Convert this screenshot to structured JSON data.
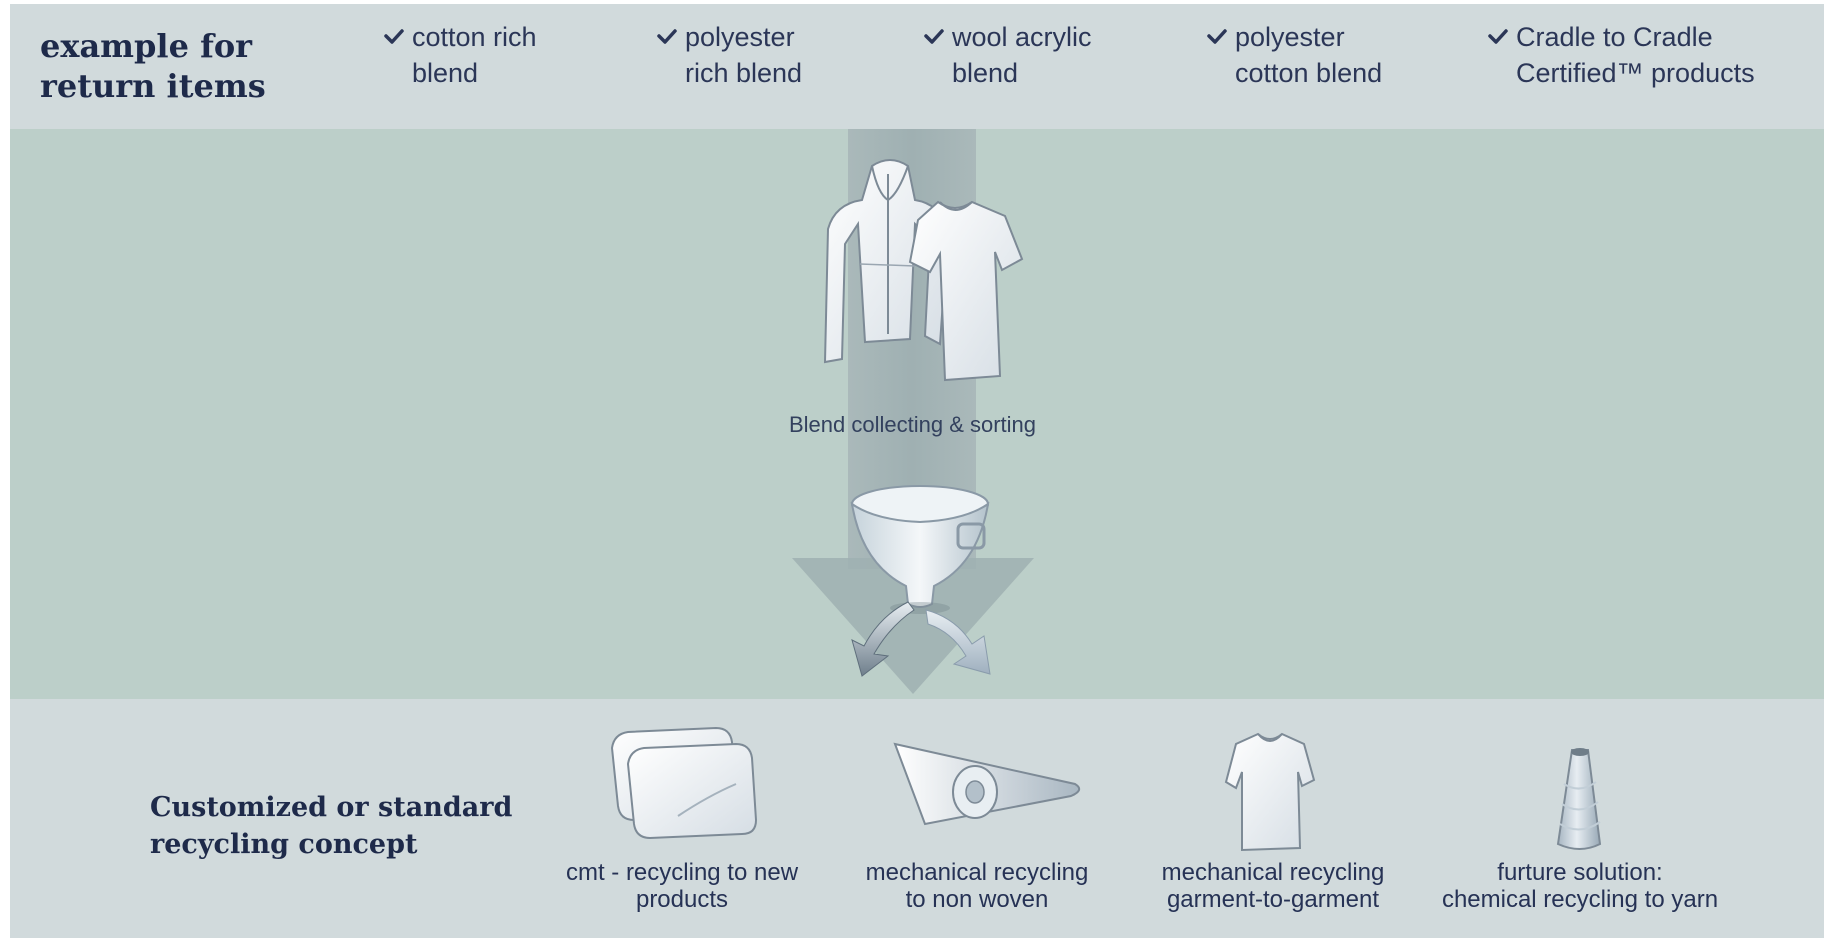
{
  "header": {
    "title": "example for return items",
    "items": [
      {
        "label": "cotton rich blend",
        "lines": [
          "cotton rich",
          "blend"
        ]
      },
      {
        "label": "polyester rich blend",
        "lines": [
          "polyester",
          "rich blend"
        ]
      },
      {
        "label": "wool acrylic blend",
        "lines": [
          "wool acrylic",
          "blend"
        ]
      },
      {
        "label": "polyester cotton blend",
        "lines": [
          "polyester",
          "cotton blend"
        ]
      },
      {
        "label": "Cradle to Cradle Certified™ products",
        "lines": [
          "Cradle to Cradle",
          "Certified™ products"
        ]
      }
    ]
  },
  "process": {
    "step_label": "Blend collecting & sorting",
    "icons": [
      "hoodie-jacket-icon",
      "t-shirt-icon",
      "funnel-icon",
      "split-arrows-icon"
    ]
  },
  "results": {
    "title": "Customized or standard recycling concept",
    "items": [
      {
        "icon": "pillow-icon",
        "caption": "cmt - recycling to new\nproducts"
      },
      {
        "icon": "nonwoven-roll-icon",
        "caption": "mechanical recycling\nto non woven"
      },
      {
        "icon": "t-shirt-icon",
        "caption": "mechanical recycling\ngarment-to-garment"
      },
      {
        "icon": "yarn-cone-icon",
        "caption": "furture solution:\nchemical recycling to yarn"
      }
    ]
  },
  "colors": {
    "top_band": "#d1dadc",
    "mid_band": "#bccfc9",
    "bottom_band": "#d1dadc",
    "heading_text": "#1e2a4a",
    "flow_strip": "#a7b8b8"
  }
}
